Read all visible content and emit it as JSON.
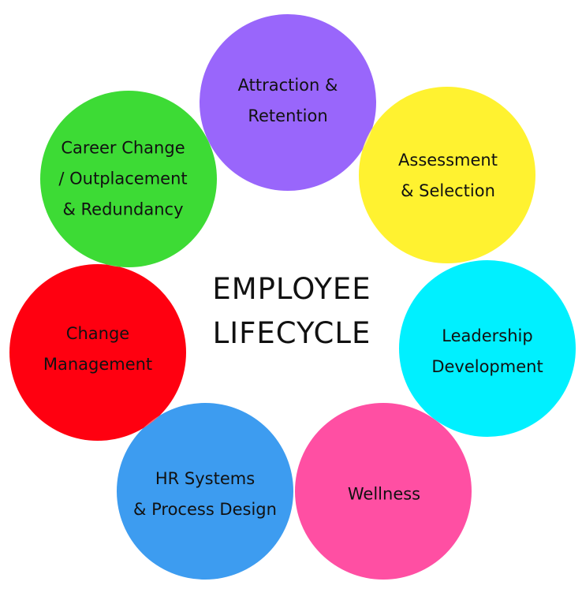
{
  "title": {
    "line1": "EMPLOYEE",
    "line2": "LIFECYCLE"
  },
  "stages": [
    {
      "line1": "Attraction &",
      "line2": "Retention",
      "color": "#9966fb"
    },
    {
      "line1": "Assessment",
      "line2": "& Selection",
      "color": "#fff230"
    },
    {
      "line1": "Leadership",
      "line2": "Development",
      "color": "#00f0ff"
    },
    {
      "line1": "Wellness",
      "line2": "",
      "color": "#ff4fa3"
    },
    {
      "line1": "HR Systems",
      "line2": "& Process Design",
      "color": "#3d9cf0"
    },
    {
      "line1": "Change",
      "line2": "Management",
      "color": "#ff0010"
    },
    {
      "line1": "Career Change",
      "line2": "/ Outplacement",
      "line3": "& Redundancy",
      "color": "#3ddb35"
    }
  ]
}
